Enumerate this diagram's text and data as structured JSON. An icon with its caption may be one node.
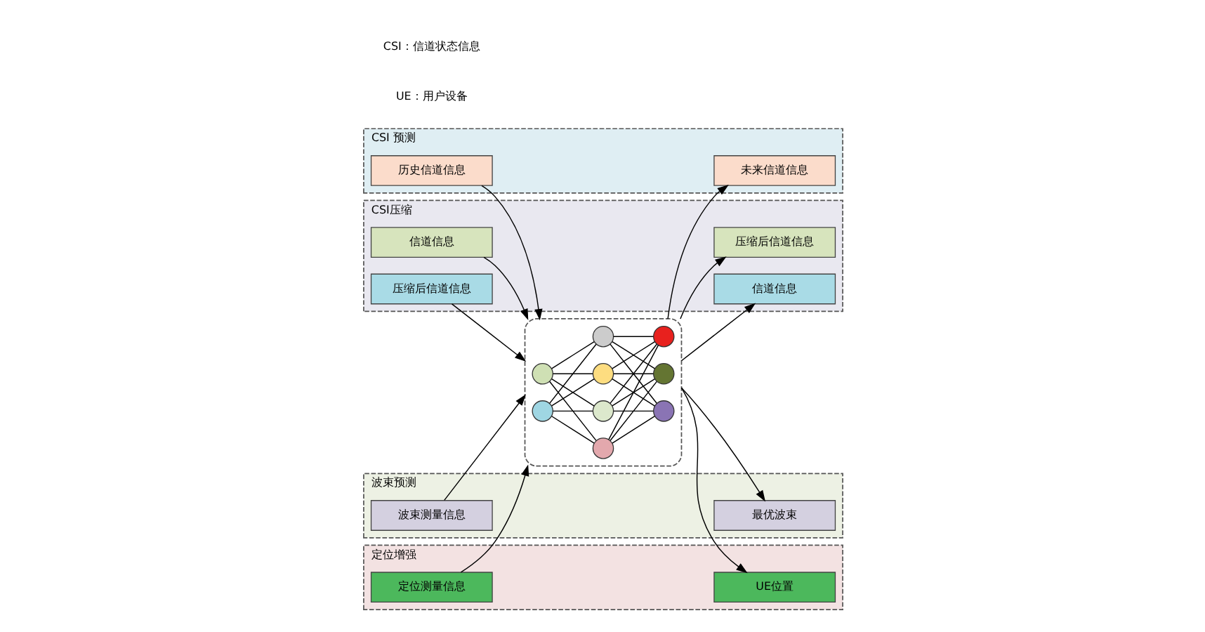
{
  "diagram": {
    "nodes": [
      {
        "text": [
          "CSI 预测"
        ]
      },
      {
        "text": [
          "历史信道信息"
        ],
        "in": 0
      },
      {
        "text": [
          "未来信道信息"
        ],
        "in": 0
      },
      {
        "text": [
          "CSI压缩"
        ]
      },
      {
        "text": [
          "信道信息"
        ],
        "in": 3
      },
      {
        "text": [
          "压缩后信道信息"
        ],
        "in": 3
      },
      {
        "text": [
          "压缩后信道信息"
        ],
        "in": 3
      },
      {
        "text": [
          "信道信息"
        ],
        "in": 3
      },
      {
        "text": [
          "波束预测"
        ]
      },
      {
        "text": [
          "波束测量信息"
        ],
        "in": 8
      },
      {
        "text": [
          "最优波束"
        ],
        "in": 8
      },
      {
        "text": [
          "定位增强"
        ]
      },
      {
        "text": [
          "定位测量信息"
        ],
        "in": 11
      },
      {
        "text": [
          "UE位置"
        ],
        "in": 11
      },
      {
        "text": [],
        "shape": "cloud"
      },
      {
        "text": [],
        "shape": "circle",
        "in": 14
      },
      {
        "text": [],
        "shape": "circle",
        "in": 14
      },
      {
        "text": [],
        "shape": "circle",
        "in": 14
      },
      {
        "text": [],
        "shape": "circle",
        "in": 14
      },
      {
        "text": [],
        "shape": "circle",
        "in": 14
      },
      {
        "text": [],
        "shape": "circle",
        "in": 14
      },
      {
        "text": [],
        "shape": "circle",
        "in": 14
      },
      {
        "text": [],
        "shape": "circle",
        "in": 14
      },
      {
        "text": [],
        "shape": "circle",
        "in": 14
      }
    ],
    "edges": [
      {
        "from": 1,
        "to": 14,
        "arrow": "to"
      },
      {
        "from": 4,
        "to": 14,
        "arrow": "to"
      },
      {
        "from": 5,
        "to": 14,
        "arrow": "to"
      },
      {
        "from": 9,
        "to": 14,
        "arrow": "to"
      },
      {
        "from": 12,
        "to": 14,
        "arrow": "to"
      },
      {
        "from": 14,
        "to": 2,
        "arrow": "to"
      },
      {
        "from": 14,
        "to": 6,
        "arrow": "to"
      },
      {
        "from": 14,
        "to": 7,
        "arrow": "to"
      },
      {
        "from": 14,
        "to": 10,
        "arrow": "to"
      },
      {
        "from": 14,
        "to": 13,
        "arrow": "to"
      },
      {
        "from": 15,
        "to": 17,
        "arrow": "none"
      },
      {
        "from": 15,
        "to": 18,
        "arrow": "none"
      },
      {
        "from": 15,
        "to": 19,
        "arrow": "none"
      },
      {
        "from": 15,
        "to": 20,
        "arrow": "none"
      },
      {
        "from": 16,
        "to": 17,
        "arrow": "none"
      },
      {
        "from": 16,
        "to": 18,
        "arrow": "none"
      },
      {
        "from": 16,
        "to": 19,
        "arrow": "none"
      },
      {
        "from": 16,
        "to": 20,
        "arrow": "none"
      },
      {
        "from": 17,
        "to": 21,
        "arrow": "none"
      },
      {
        "from": 17,
        "to": 22,
        "arrow": "none"
      },
      {
        "from": 17,
        "to": 23,
        "arrow": "none"
      },
      {
        "from": 18,
        "to": 21,
        "arrow": "none"
      },
      {
        "from": 18,
        "to": 22,
        "arrow": "none"
      },
      {
        "from": 18,
        "to": 23,
        "arrow": "none"
      },
      {
        "from": 19,
        "to": 21,
        "arrow": "none"
      },
      {
        "from": 19,
        "to": 22,
        "arrow": "none"
      },
      {
        "from": 19,
        "to": 23,
        "arrow": "none"
      },
      {
        "from": 20,
        "to": 21,
        "arrow": "none"
      },
      {
        "from": 20,
        "to": 22,
        "arrow": "none"
      },
      {
        "from": 20,
        "to": 23,
        "arrow": "none"
      }
    ],
    "labels": [
      "CSI：信道状态信息",
      "UE：用户设备"
    ]
  }
}
